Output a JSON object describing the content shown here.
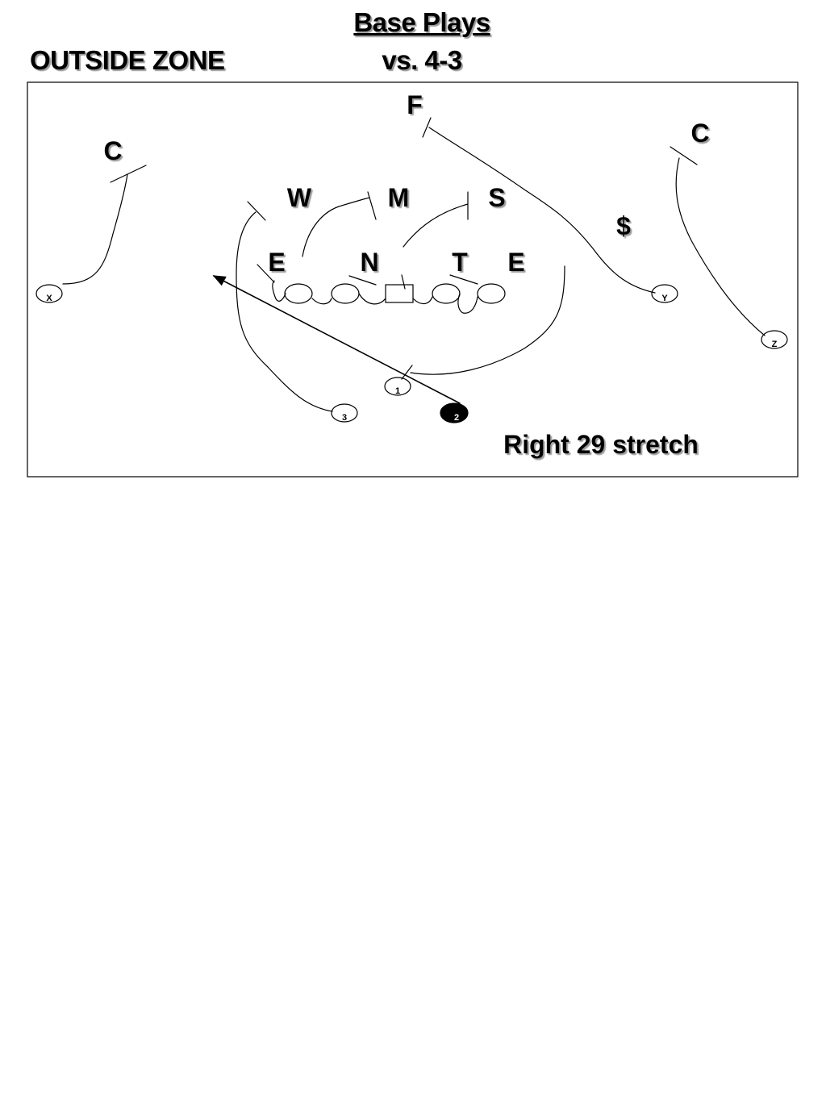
{
  "header": {
    "title": "Base Plays",
    "formation": "OUTSIDE ZONE",
    "opponent": "vs. 4-3"
  },
  "defense": {
    "free_safety": "F",
    "left_corner": "C",
    "right_corner": "C",
    "will_lb": "W",
    "mike_lb": "M",
    "sam_lb": "S",
    "strong_safety": "$",
    "left_end": "E",
    "nose": "N",
    "tackle": "T",
    "right_end": "E"
  },
  "offense": {
    "x": "X",
    "y": "Y",
    "z": "Z",
    "back_1": "1",
    "back_2": "2",
    "back_3": "3"
  },
  "play_name": "Right 29 stretch",
  "colors": {
    "ink": "#000000",
    "shadow": "#9a9a9a",
    "background": "#ffffff"
  }
}
